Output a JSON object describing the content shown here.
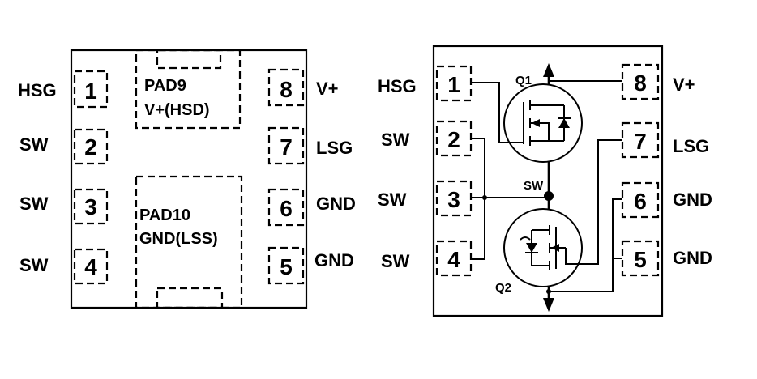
{
  "left_diagram": {
    "pins_left": [
      {
        "num": "1",
        "label": "HSG"
      },
      {
        "num": "2",
        "label": "SW"
      },
      {
        "num": "3",
        "label": "SW"
      },
      {
        "num": "4",
        "label": "SW"
      }
    ],
    "pins_right": [
      {
        "num": "8",
        "label": "V+"
      },
      {
        "num": "7",
        "label": "LSG"
      },
      {
        "num": "6",
        "label": "GND"
      },
      {
        "num": "5",
        "label": "GND"
      }
    ],
    "pad9": {
      "line1": "PAD9",
      "line2": "V+(HSD)"
    },
    "pad10": {
      "line1": "PAD10",
      "line2": "GND(LSS)"
    }
  },
  "right_diagram": {
    "pins_left": [
      {
        "num": "1",
        "label": "HSG"
      },
      {
        "num": "2",
        "label": "SW"
      },
      {
        "num": "3",
        "label": "SW"
      },
      {
        "num": "4",
        "label": "SW"
      }
    ],
    "pins_right": [
      {
        "num": "8",
        "label": "V+"
      },
      {
        "num": "7",
        "label": "LSG"
      },
      {
        "num": "6",
        "label": "GND"
      },
      {
        "num": "5",
        "label": "GND"
      }
    ],
    "q1_label": "Q1",
    "q2_label": "Q2",
    "sw_node_label": "SW"
  }
}
